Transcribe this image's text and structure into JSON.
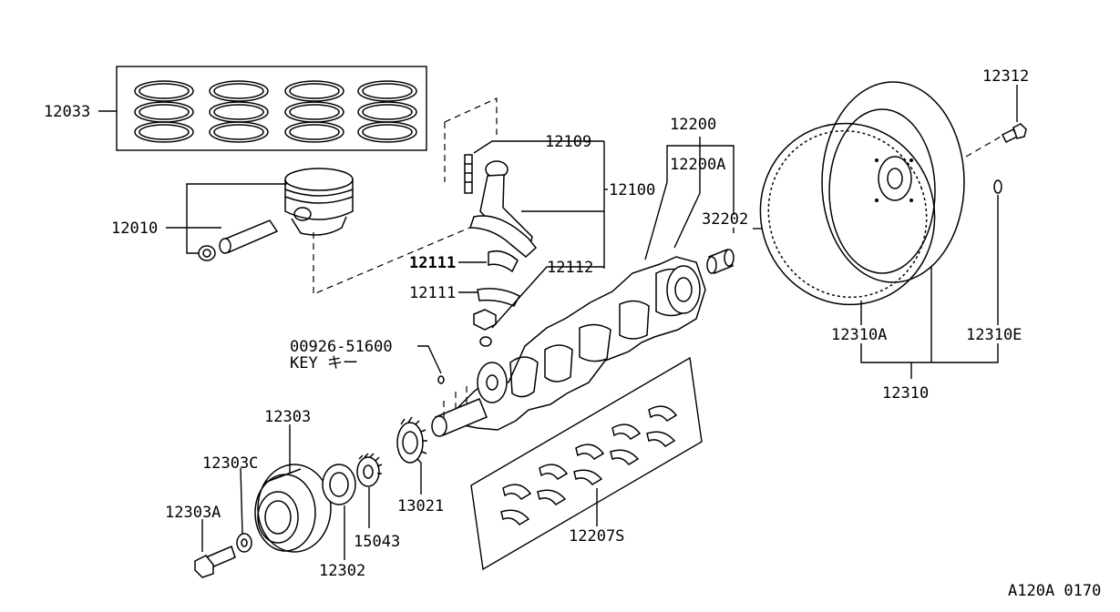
{
  "diagram": {
    "footer_code": "A120A 0170",
    "key_note": "KEY キー",
    "callouts": [
      {
        "id": "piston-ring-set",
        "text": "12033"
      },
      {
        "id": "piston",
        "text": "12010"
      },
      {
        "id": "conrod-bolt",
        "text": "12109"
      },
      {
        "id": "connecting-rod",
        "text": "12100"
      },
      {
        "id": "conrod-bearing-a",
        "text": "12111"
      },
      {
        "id": "conrod-bearing-b",
        "text": "12111"
      },
      {
        "id": "conrod-nut",
        "text": "12112"
      },
      {
        "id": "crankshaft",
        "text": "12200"
      },
      {
        "id": "crankshaft-assy",
        "text": "12200A"
      },
      {
        "id": "pilot-bushing",
        "text": "32202"
      },
      {
        "id": "woodruff-key",
        "text": "00926-51600"
      },
      {
        "id": "crank-pulley",
        "text": "12303"
      },
      {
        "id": "pulley-washer",
        "text": "12303C"
      },
      {
        "id": "pulley-bolt",
        "text": "12303A"
      },
      {
        "id": "pulley-spacer",
        "text": "12302"
      },
      {
        "id": "oil-pump-gear",
        "text": "15043"
      },
      {
        "id": "crank-sprocket",
        "text": "13021"
      },
      {
        "id": "main-bearing-set",
        "text": "12207S"
      },
      {
        "id": "flywheel-bolt",
        "text": "12310A"
      },
      {
        "id": "ring-gear",
        "text": "12312"
      },
      {
        "id": "flywheel-dowel",
        "text": "12310E"
      },
      {
        "id": "flywheel-assy",
        "text": "12310"
      }
    ]
  }
}
